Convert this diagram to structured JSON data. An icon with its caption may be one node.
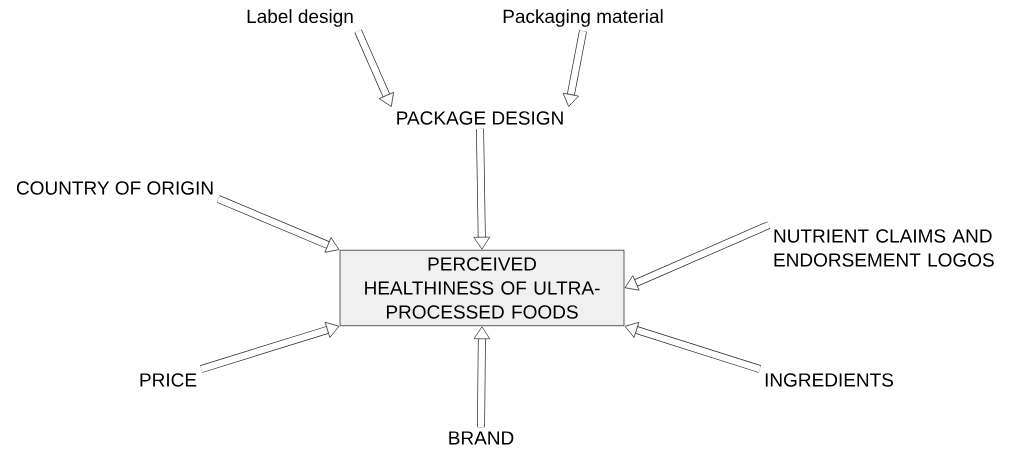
{
  "diagram": {
    "nodes": [
      {
        "text": [
          "Label design"
        ]
      },
      {
        "text": [
          "Packaging material"
        ]
      },
      {
        "text": [
          "PACKAGE DESIGN"
        ]
      },
      {
        "text": [
          "COUNTRY OF ORIGIN"
        ]
      },
      {
        "text": [
          "PERCEIVED HEALTHINESS OF ULTRA-PROCESSED FOODS"
        ]
      },
      {
        "text": [
          "NUTRIENT CLAIMS AND ENDORSEMENT LOGOS"
        ]
      },
      {
        "text": [
          "PRICE"
        ]
      },
      {
        "text": [
          "INGREDIENTS"
        ]
      },
      {
        "text": [
          "BRAND"
        ]
      }
    ],
    "edges": [
      {
        "from": 0,
        "to": 2,
        "arrow": "to"
      },
      {
        "from": 1,
        "to": 2,
        "arrow": "to"
      },
      {
        "from": 2,
        "to": 4,
        "arrow": "to"
      },
      {
        "from": 3,
        "to": 4,
        "arrow": "to"
      },
      {
        "from": 5,
        "to": 4,
        "arrow": "to"
      },
      {
        "from": 6,
        "to": 4,
        "arrow": "to"
      },
      {
        "from": 8,
        "to": 4,
        "arrow": "to"
      },
      {
        "from": 7,
        "to": 4,
        "arrow": "to"
      }
    ]
  }
}
